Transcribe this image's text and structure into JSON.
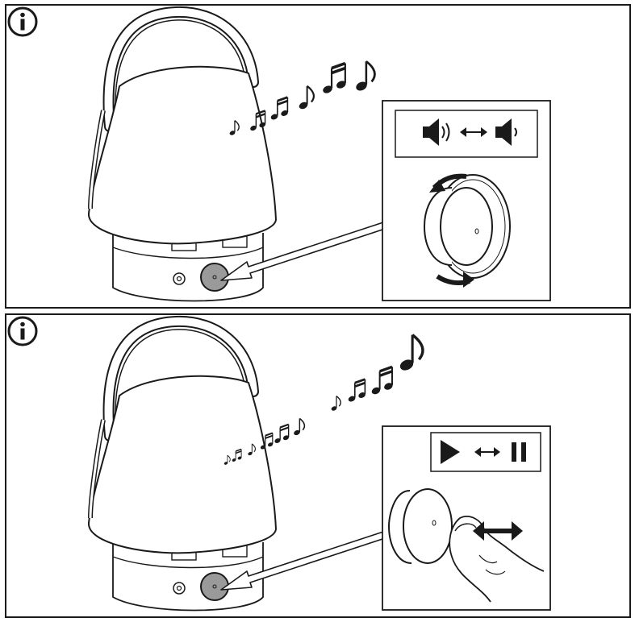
{
  "colors": {
    "stroke": "#1a1a1a",
    "paper": "#ffffff",
    "knob": "#9a9a9a",
    "knob_light": "#bdbdbd"
  },
  "panels": [
    {
      "name": "volume-control",
      "info_icon": "info-icon",
      "inset_icons": [
        "speaker-loud-icon",
        "double-arrow-icon",
        "speaker-quiet-icon"
      ],
      "gesture": "rotate-knob"
    },
    {
      "name": "play-pause-control",
      "info_icon": "info-icon",
      "inset_icons": [
        "play-icon",
        "double-arrow-icon",
        "pause-icon"
      ],
      "gesture": "press-knob"
    }
  ]
}
